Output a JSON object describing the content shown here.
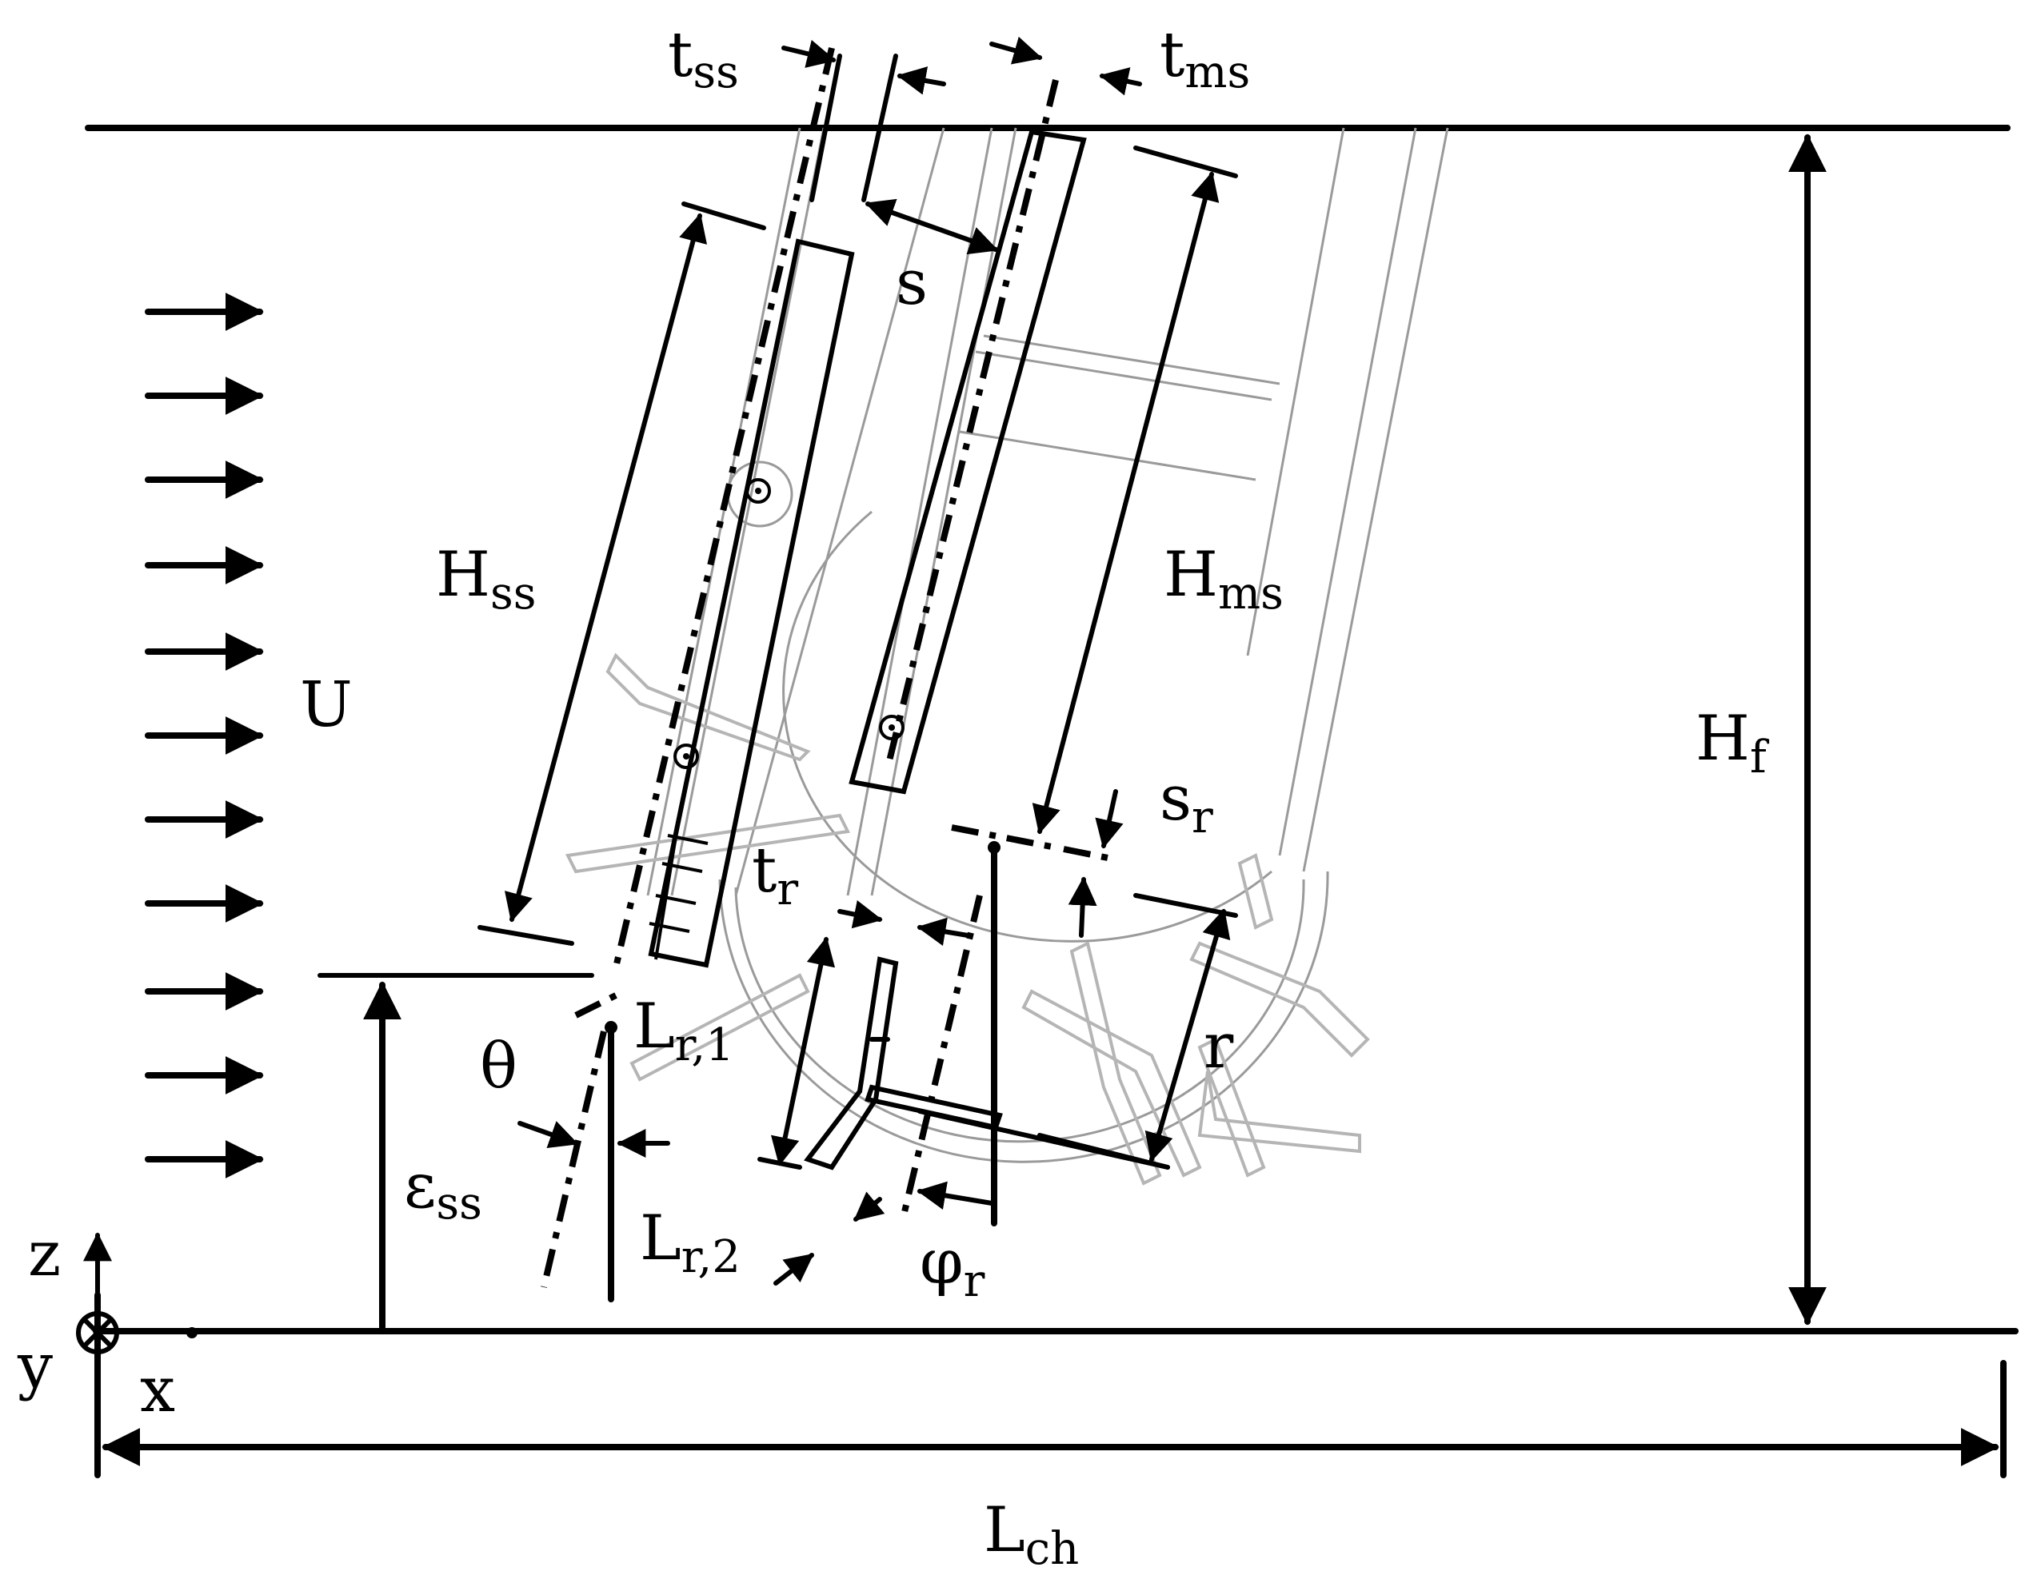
{
  "labels": {
    "t_ss": {
      "base": "t",
      "sub": "ss"
    },
    "t_ms": {
      "base": "t",
      "sub": "ms"
    },
    "s": {
      "base": "s",
      "sub": ""
    },
    "H_ss": {
      "base": "H",
      "sub": "ss"
    },
    "H_ms": {
      "base": "H",
      "sub": "ms"
    },
    "U": {
      "base": "U",
      "sub": ""
    },
    "H_f": {
      "base": "H",
      "sub": "f"
    },
    "s_r": {
      "base": "s",
      "sub": "r"
    },
    "t_r": {
      "base": "t",
      "sub": "r"
    },
    "L_r1": {
      "base": "L",
      "sub": "r,1"
    },
    "theta": {
      "base": "θ",
      "sub": ""
    },
    "r": {
      "base": "r",
      "sub": ""
    },
    "eps_ss": {
      "base": "ε",
      "sub": "ss"
    },
    "L_r2": {
      "base": "L",
      "sub": "r,2"
    },
    "phi_r": {
      "base": "φ",
      "sub": "r"
    },
    "z": {
      "base": "z",
      "sub": ""
    },
    "y": {
      "base": "y",
      "sub": ""
    },
    "x": {
      "base": "x",
      "sub": ""
    },
    "L_ch": {
      "base": "L",
      "sub": "ch"
    }
  },
  "flow_arrows": {
    "count": 11
  },
  "colors": {
    "ink": "#000000",
    "ghost": "#9a9a9a"
  }
}
